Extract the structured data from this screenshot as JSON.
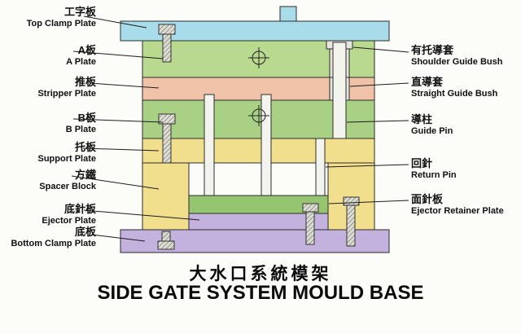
{
  "title": {
    "cn": "大水口系統模架",
    "en": "SIDE GATE SYSTEM MOULD BASE"
  },
  "left_labels": [
    {
      "cn": "工字板",
      "en": "Top Clamp Plate"
    },
    {
      "cn": "A板",
      "en": "A Plate"
    },
    {
      "cn": "推板",
      "en": "Stripper Plate"
    },
    {
      "cn": "B板",
      "en": "B Plate"
    },
    {
      "cn": "托板",
      "en": "Support Plate"
    },
    {
      "cn": "方鐵",
      "en": "Spacer Block"
    },
    {
      "cn": "底針板",
      "en": "Ejector Plate"
    },
    {
      "cn": "底板",
      "en": "Bottom Clamp Plate"
    }
  ],
  "right_labels": [
    {
      "cn": "有托導套",
      "en": "Shoulder Guide Bush"
    },
    {
      "cn": "直導套",
      "en": "Straight Guide Bush"
    },
    {
      "cn": "導柱",
      "en": "Guide Pin"
    },
    {
      "cn": "回針",
      "en": "Return Pin"
    },
    {
      "cn": "面針板",
      "en": "Ejector Retainer Plate"
    }
  ],
  "colors": {
    "top_clamp_plate": "#a9dcea",
    "sprue_block": "#a9dcea",
    "a_plate": "#b9d98f",
    "stripper_plate": "#f0c3a8",
    "b_plate": "#a9d186",
    "support_plate": "#f1df8d",
    "spacer_block": "#f1df8d",
    "ejector_retainer_plate": "#96c571",
    "ejector_plate": "#c3b1de",
    "bottom_clamp_plate": "#c3b1de",
    "pin": "#f4f4ee",
    "bush": "#e6e6de"
  }
}
